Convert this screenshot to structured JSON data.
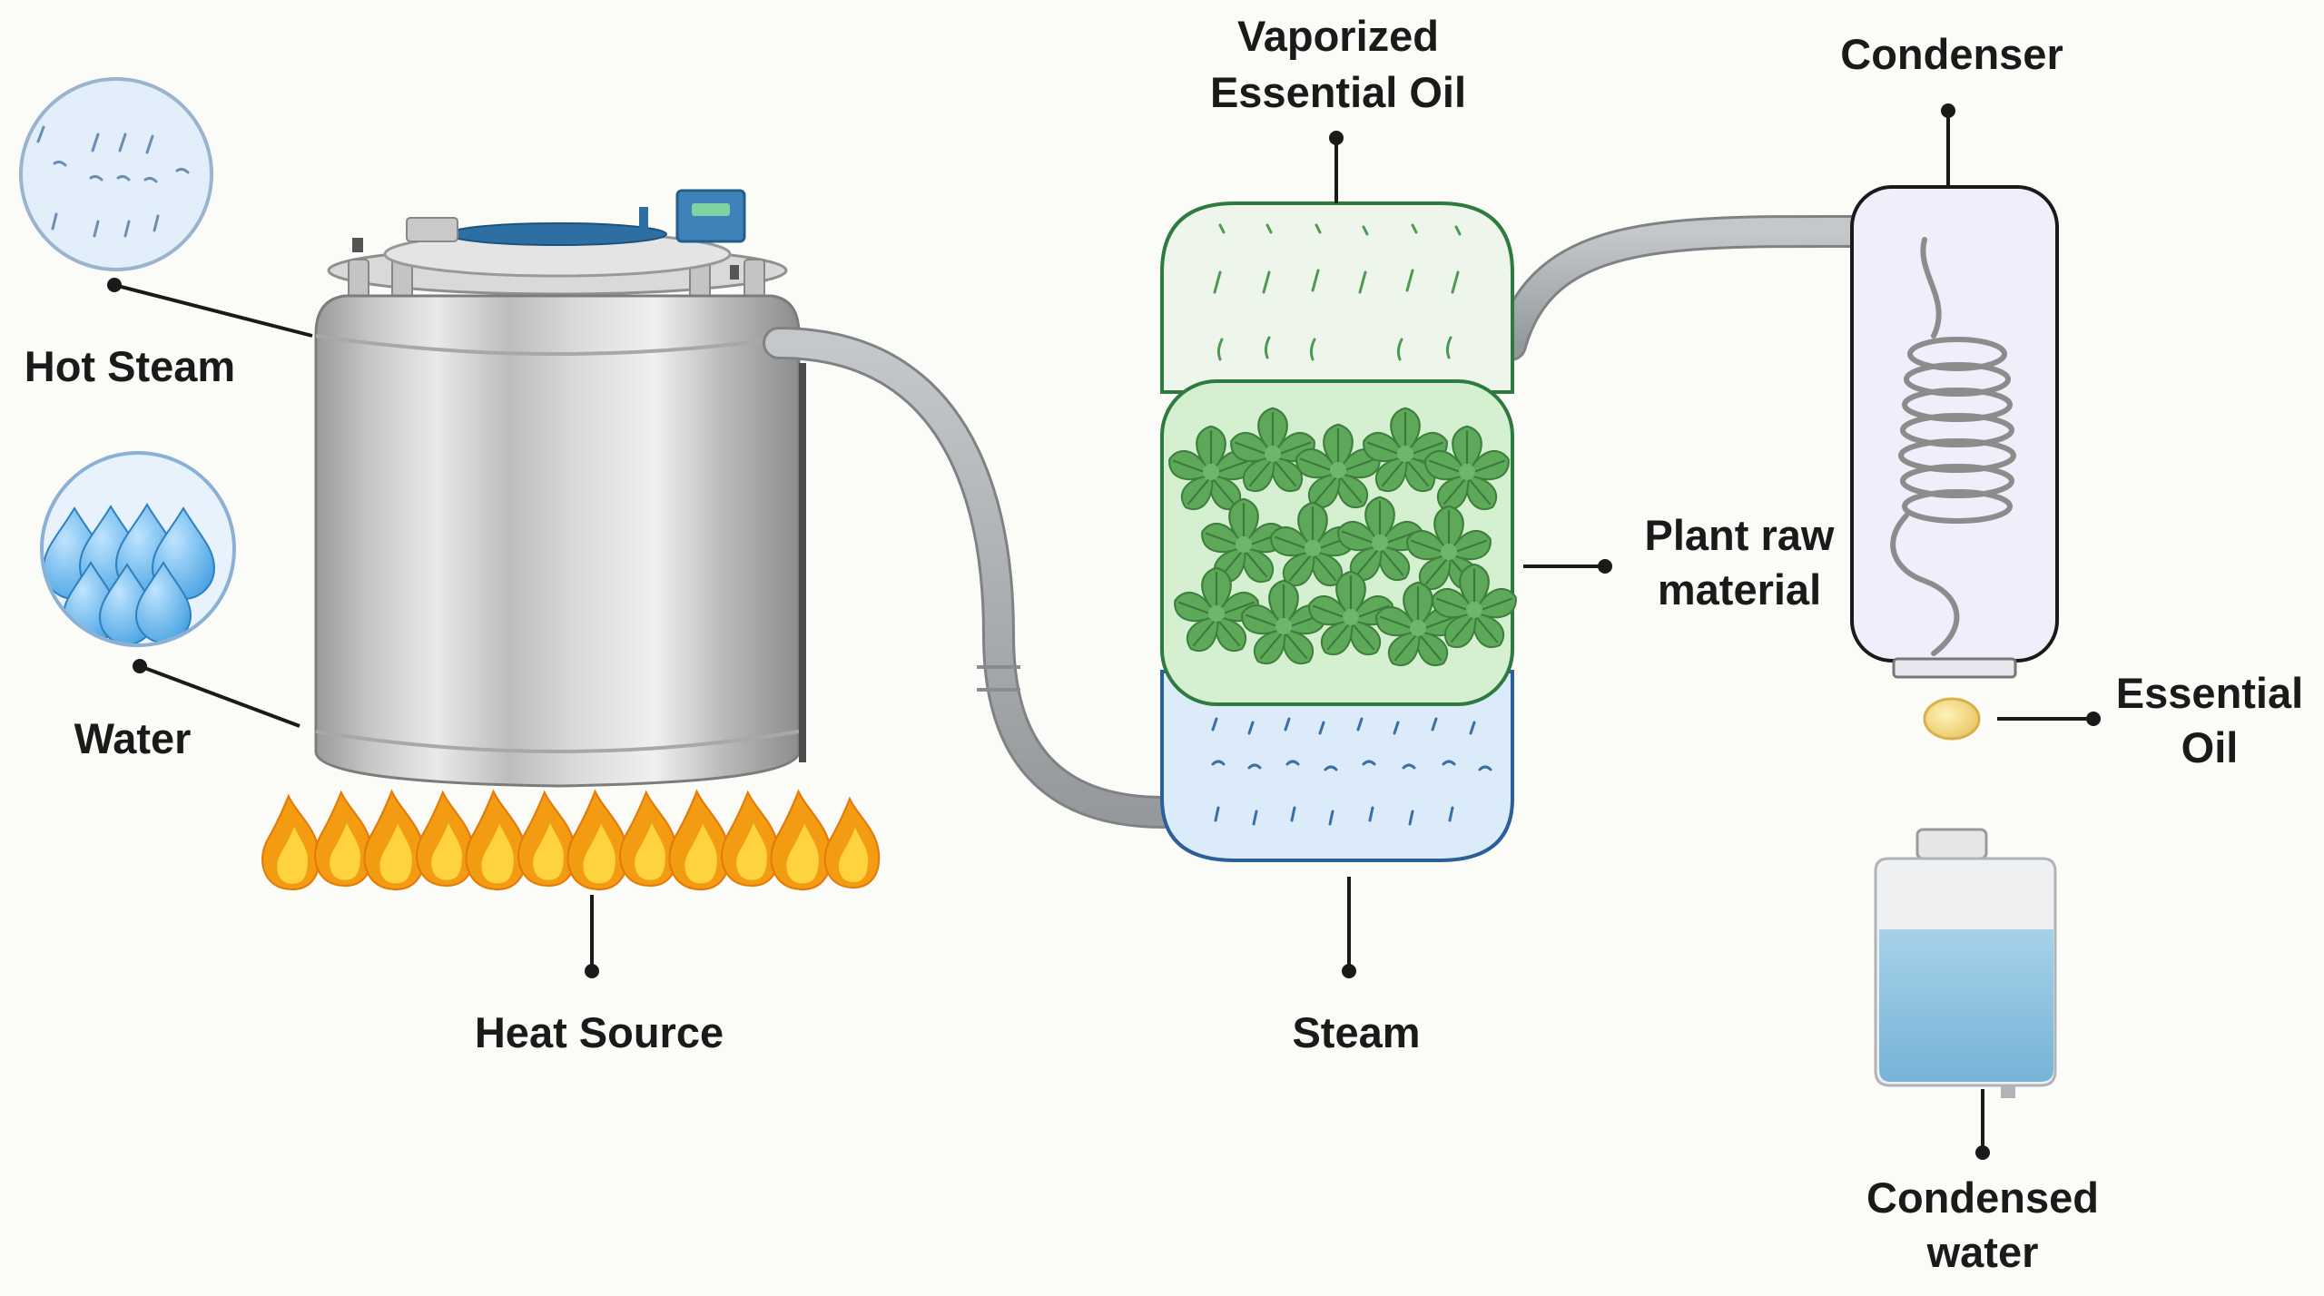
{
  "labels": {
    "hot_steam": "Hot Steam",
    "water": "Water",
    "heat_source": "Heat Source",
    "vaporized_line1": "Vaporized",
    "vaporized_line2": "Essential Oil",
    "steam": "Steam",
    "plant_line1": "Plant raw",
    "plant_line2": "material",
    "condenser": "Condenser",
    "essential_oil_line1": "Essential",
    "essential_oil_line2": "Oil",
    "condensed_line1": "Condensed",
    "condensed_line2": "water"
  },
  "colors": {
    "background": "#fbfbf8",
    "tank_steel": "#c4c4c4",
    "lid_blue": "#2d6fa3",
    "pipe": "#a8abad",
    "flame_outer": "#f39c12",
    "flame_inner": "#ffd23f",
    "vapor_zone": "#eef6ec",
    "plant_zone": "#d4f0d0",
    "steam_zone": "#dcebf9",
    "leaf": "#5aa35a",
    "condenser_body": "#f1eefb",
    "coil": "#8c8c8c",
    "oil_drop": "#f5d77a",
    "water_jug": "#8cc2df",
    "water_drop": "#5aaee8"
  },
  "icons": [
    "hot-steam-icon",
    "water-drops-icon",
    "flame-icon",
    "steam-tank-icon",
    "leaf-icon",
    "coil-icon",
    "oil-drop-icon",
    "water-jug-icon"
  ]
}
